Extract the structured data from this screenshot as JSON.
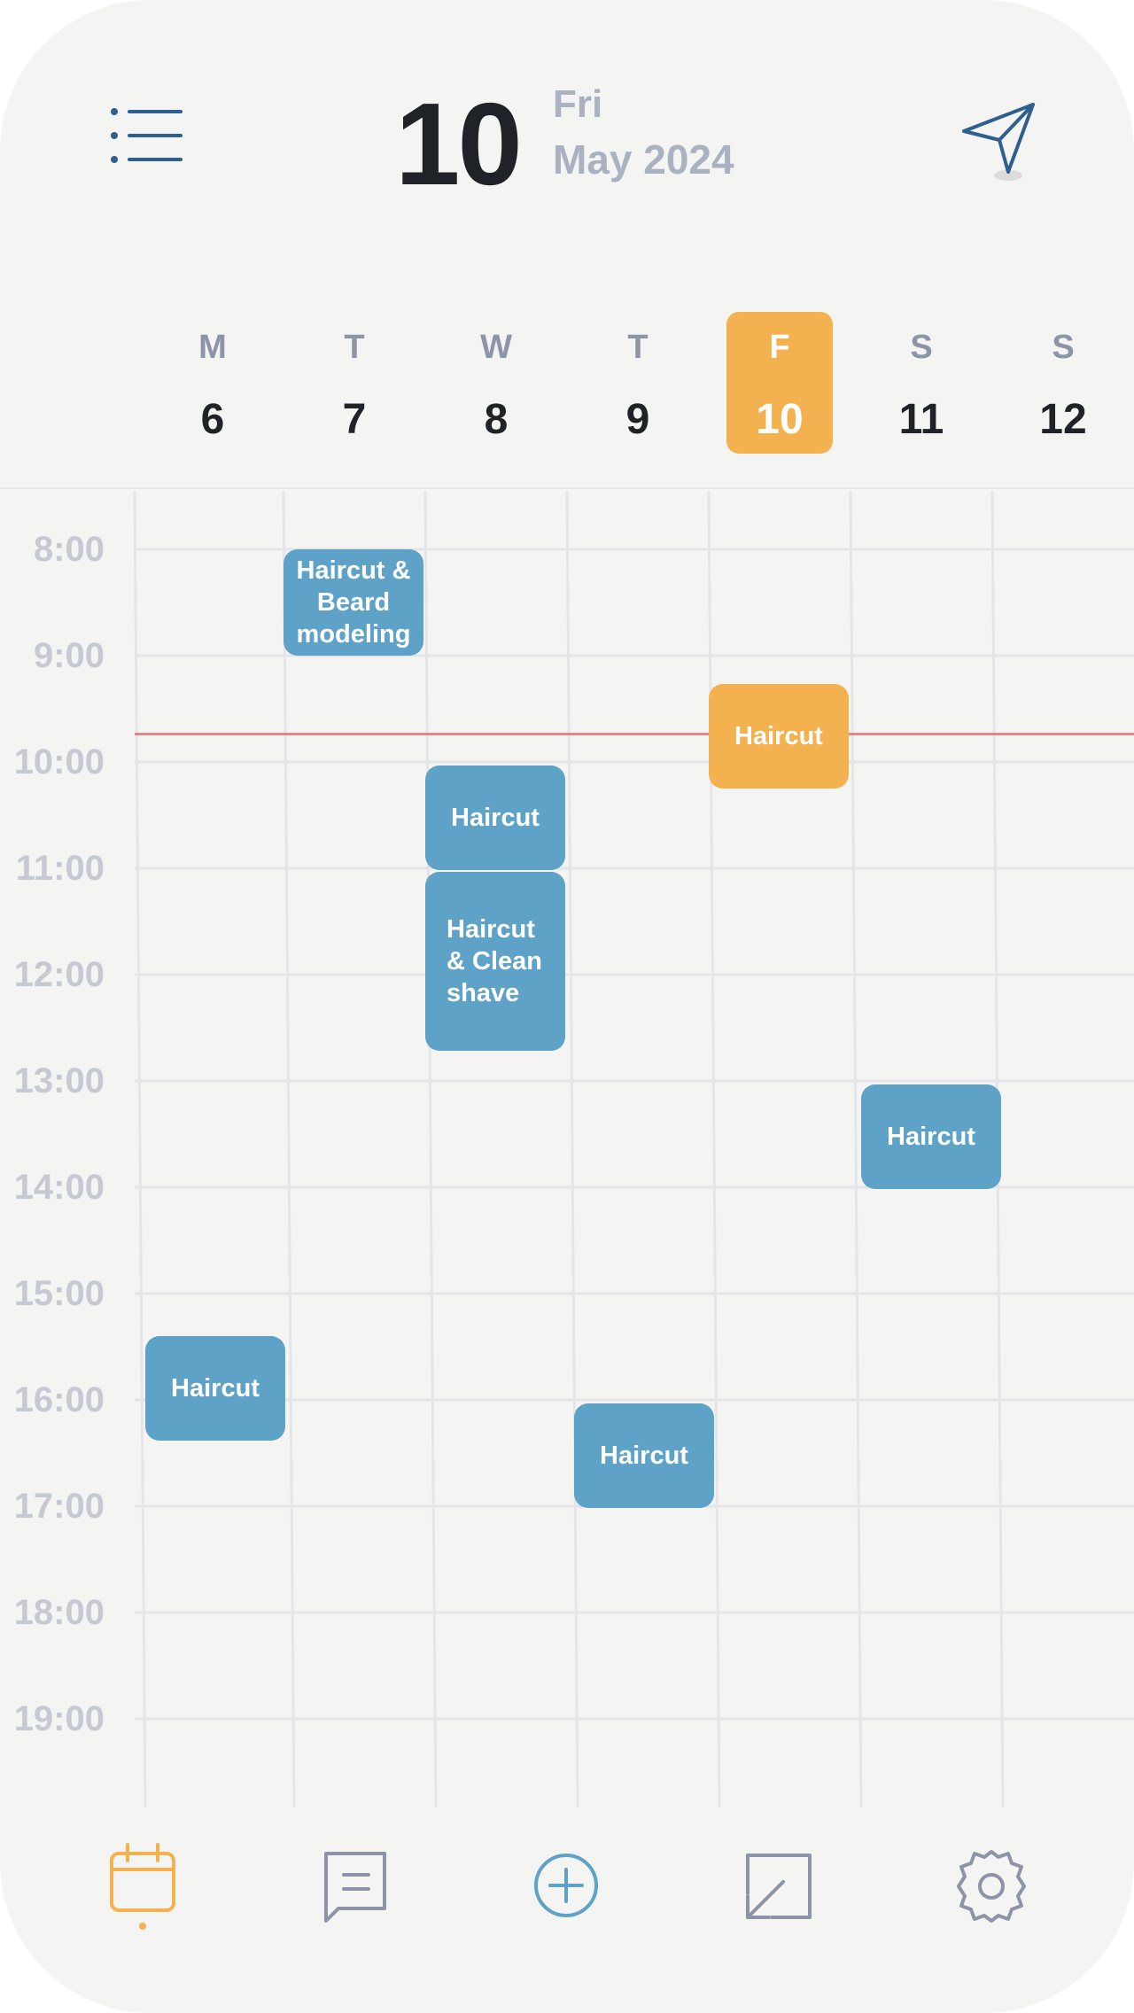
{
  "header": {
    "day_number": "10",
    "weekday": "Fri",
    "month_year": "May 2024",
    "menu_icon": "menu-list-icon",
    "send_icon": "send-icon"
  },
  "week": {
    "days": [
      {
        "letter": "M",
        "num": "6"
      },
      {
        "letter": "T",
        "num": "7"
      },
      {
        "letter": "W",
        "num": "8"
      },
      {
        "letter": "T",
        "num": "9"
      },
      {
        "letter": "F",
        "num": "10",
        "selected": true
      },
      {
        "letter": "S",
        "num": "11"
      },
      {
        "letter": "S",
        "num": "12"
      }
    ]
  },
  "hours": [
    "8:00",
    "9:00",
    "10:00",
    "11:00",
    "12:00",
    "13:00",
    "14:00",
    "15:00",
    "16:00",
    "17:00",
    "18:00",
    "19:00"
  ],
  "current_time": "9:45",
  "events": [
    {
      "title": "Haircut & Beard modeling",
      "day": "7",
      "start": "8:00",
      "end": "9:00"
    },
    {
      "title": "Haircut",
      "day": "10",
      "start": "9:15",
      "end": "10:15",
      "today": true
    },
    {
      "title": "Haircut",
      "day": "8",
      "start": "10:05",
      "end": "11:05"
    },
    {
      "title": "Haircut & Clean shave",
      "day": "8",
      "start": "11:05",
      "end": "12:45"
    },
    {
      "title": "Haircut",
      "day": "11",
      "start": "13:00",
      "end": "14:00"
    },
    {
      "title": "Haircut",
      "day": "6",
      "start": "15:25",
      "end": "16:25"
    },
    {
      "title": "Haircut",
      "day": "9",
      "start": "16:05",
      "end": "17:05"
    }
  ],
  "nav": {
    "items": [
      {
        "icon": "calendar-icon",
        "active": true
      },
      {
        "icon": "chat-icon"
      },
      {
        "icon": "add-circle-icon"
      },
      {
        "icon": "share-arrow-icon"
      },
      {
        "icon": "settings-gear-icon"
      }
    ]
  },
  "colors": {
    "accent": "#f3b24f",
    "event": "#5fa2c8",
    "now_line": "#e8858a",
    "icon_blue": "#2f5f8f"
  }
}
